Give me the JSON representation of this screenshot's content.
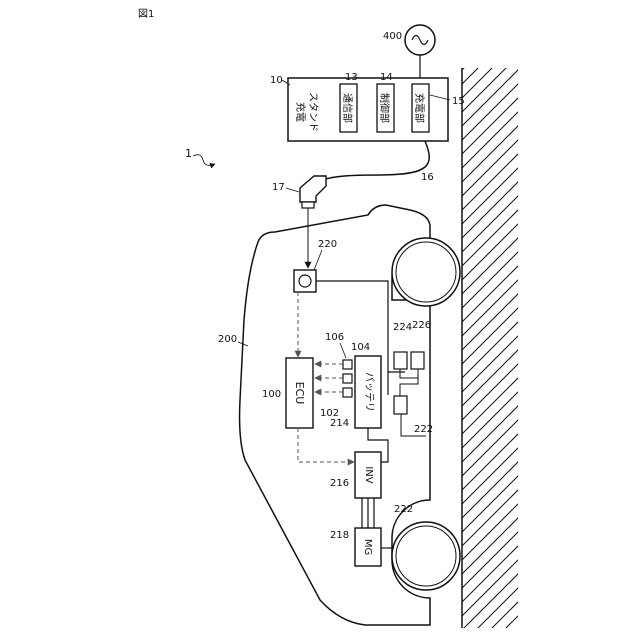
{
  "figure_label": "図1",
  "ref_numerals": {
    "system": "1",
    "station": "10",
    "comm_unit": "13",
    "control_unit": "14",
    "charging_unit": "15",
    "cable": "16",
    "connector": "17",
    "ecu": "100",
    "sensor_a": "102",
    "sensor_b": "104",
    "sensor_c": "106",
    "vehicle": "200",
    "battery": "214",
    "inverter": "216",
    "motor_generator": "218",
    "inlet": "220",
    "wheel": "222",
    "charger_a": "224",
    "charger_b": "226",
    "power_source": "400"
  },
  "labels": {
    "station_line1": "充電",
    "station_line2": "スタンド",
    "comm_unit": "通信部",
    "control_unit": "制御部",
    "charging_unit": "充電部",
    "ecu": "ECU",
    "battery": "バッテリ",
    "inverter": "INV",
    "motor_generator": "MG"
  },
  "colors": {
    "line": "#111111",
    "dashed_signal": "#555555",
    "background": "#ffffff"
  }
}
